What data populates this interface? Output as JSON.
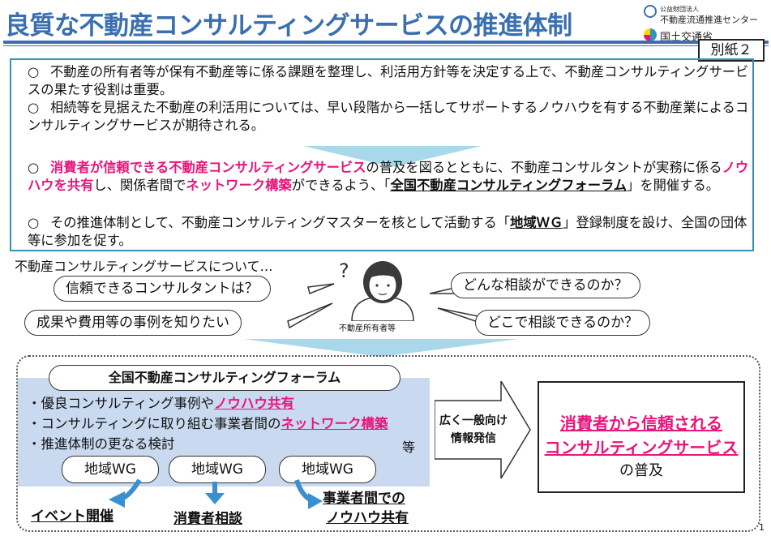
{
  "header": {
    "title": "良質な不動産コンサルティングサービスの推進体制",
    "org_line1": "公益財団法人",
    "org_line2": "不動産流通推進センター",
    "org_line3": "国土交通省",
    "attachment": "別紙２"
  },
  "box1": {
    "mark": "○",
    "p1": "不動産の所有者等が保有不動産等に係る課題を整理し、利活用方針等を決定する上で、不動産コンサルティングサービスの果たす役割は重要。",
    "p2": "相続等を見据えた不動産の利活用については、早い段階から一括してサポートするノウハウを有する不動産業によるコンサルティングサービスが期待される。",
    "p3": {
      "pink1": "消費者が信頼できる不動産コンサルティングサービス",
      "t1": "の普及を図るとともに、不動産コンサルタントが実務に係る",
      "pink2": "ノウハウを共有",
      "t2": "し、関係者間で",
      "pink3": "ネットワーク構築",
      "t3": "ができるよう、「",
      "ul1": "全国不動産コンサルティングフォーラム",
      "t4": "」を開催する。"
    },
    "p4": {
      "t1": "その推進体制として、不動産コンサルティングマスターを核として活動する「",
      "ul1": "地域ＷＧ",
      "t2": "」登録制度を設け、全国の団体等に参加を促す。"
    }
  },
  "questions": {
    "intro": "不動産コンサルティングサービスについて…",
    "q1": "信頼できるコンサルタントは？",
    "q2": "成果や費用等の事例を知りたい",
    "q3": "どんな相談ができるのか？",
    "q4": "どこで相談できるのか？",
    "owner_label": "不動産所有者等"
  },
  "forum": {
    "title": "全国不動産コンサルティングフォーラム",
    "b1_text": "・優良コンサルティング事例や",
    "b1_pink": "ノウハウ共有",
    "b2_text": "・コンサルティングに取り組む事業者間の",
    "b2_pink": "ネットワーク構築",
    "b3_text": "・推進体制の更なる検討",
    "etc": "等",
    "wg1": "地域WG",
    "wg2": "地域WG",
    "wg3": "地域WG",
    "cap1": "イベント開催",
    "cap2": "消費者相談",
    "cap3_line1": "事業者間での",
    "cap3_line2": "ノウハウ共有"
  },
  "info": {
    "line1": "広く一般向け",
    "line2": "情報発信"
  },
  "result": {
    "pink1": "消費者から信頼される",
    "pink2": "コンサルティングサービス",
    "text": "の普及"
  },
  "page_number": "1",
  "colors": {
    "title_blue": "#3a6fb0",
    "box_border": "#3a8fb8",
    "pink": "#e8167c",
    "panel_blue": "#c9daf0",
    "arrow_blue": "#a9d8ec"
  }
}
